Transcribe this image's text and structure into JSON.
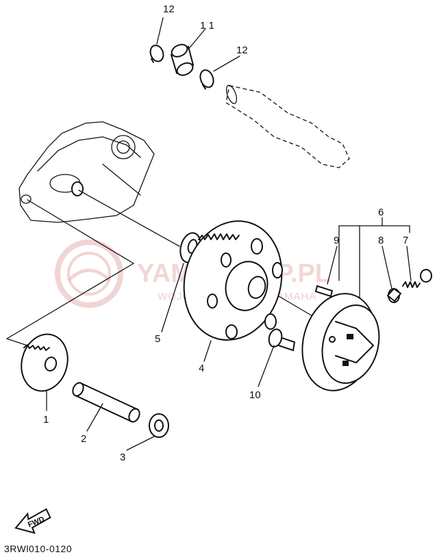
{
  "callouts": {
    "c1": "1",
    "c2": "2",
    "c3": "3",
    "c4": "4",
    "c5": "5",
    "c6": "6",
    "c7": "7",
    "c8": "8",
    "c9": "9",
    "c10": "10",
    "c11": "1 1",
    "c12a": "12",
    "c12b": "12"
  },
  "fwd_label": "FWD",
  "diagram_code": "3RWl010-0120",
  "watermark": {
    "brand": "YAMA-SHOP.PL",
    "tagline": "WOJCIECH DEALER YAMAHA"
  },
  "colors": {
    "ink": "#111111",
    "watermark": "#e8b8b8",
    "background": "#ffffff"
  }
}
